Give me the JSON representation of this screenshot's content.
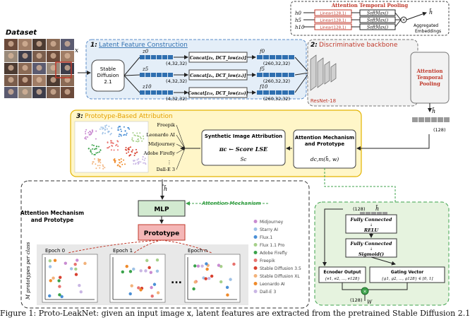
{
  "colors": {
    "blue_box": "#e4eef8",
    "blue_stroke": "#5b8cc9",
    "yellow_box": "#fff6c8",
    "yellow_stroke": "#e3b300",
    "green_box": "#e6f3df",
    "green_stroke": "#3fa34d",
    "red": "#c0392b",
    "pink": "#f4b6b6",
    "token_blue": "#2f6fb0",
    "token_gray": "#9a9a9a"
  },
  "dataset_label": "Dataset",
  "x_label": "x",
  "section1": {
    "number": "1:",
    "title": "Latent Feature Construction"
  },
  "section2": {
    "number": "2:",
    "title": "Discriminative backbone"
  },
  "section3": {
    "number": "3:",
    "title": "Prototype-Based Attribution"
  },
  "stable_diffusion": {
    "line1": "Stable",
    "line2": "Diffusion",
    "line3": "2.1"
  },
  "latents": [
    {
      "z": "z0",
      "shape": "(4,32,32)",
      "concat": "Concat[z₀, DCT_low(z₀)]",
      "f": "f0",
      "fshape": "(260,32,32)",
      "h": "h0",
      "hshape": "(128)"
    },
    {
      "z": "z5",
      "shape": "(4,32,32)",
      "concat": "Concat[zₛ, DCT_low(zₛ)]",
      "f": "f5",
      "fshape": "(260,32,32)",
      "h": "h5",
      "hshape": "(128)"
    },
    {
      "z": "z10",
      "shape": "(4,32,32)",
      "concat": "Concat[z₁₀, DCT_low(z₁₀)]",
      "f": "f10",
      "fshape": "(260,32,32)",
      "h": "h10",
      "hshape": "(128)"
    }
  ],
  "resnet_label": "ResNet-18",
  "attention_temporal_pooling": {
    "line1": "Attention",
    "line2": "Temporal",
    "line3": "Pooling"
  },
  "atp_detail": {
    "title": "Attention Temporal Pooling",
    "rows": [
      {
        "h": "h0",
        "linear": "Linear(128,1)",
        "softmax": "SoftMax()"
      },
      {
        "h": "h5",
        "linear": "Linear(128,1)",
        "softmax": "SoftMax()"
      },
      {
        "h": "h10",
        "linear": "Linear(128,1)",
        "softmax": "SoftMax()"
      }
    ],
    "hbar": "h̄",
    "aggregated": {
      "line1": "Aggregated",
      "line2": "Embeddings"
    }
  },
  "hbar_out": {
    "label": "h̄",
    "shape": "(128)"
  },
  "generators": [
    "Freepik",
    "Leonardo AI",
    "Midjourney",
    "Adobe Firefly",
    "Dall-E 3"
  ],
  "synthetic_attr": {
    "title": "Synthetic Image Attribution",
    "formula": "πc ← Score LSE",
    "sc": "Sc"
  },
  "attn_proto_box": {
    "line1": "Attention Mechanism",
    "line2": "and Prototype",
    "formula": "dc,m(h̄, w)"
  },
  "bottom_left": {
    "title_line1": "Attention Mechanism",
    "title_line2": "and Prototype",
    "hbar": "h̄",
    "mlp": "MLP",
    "attention_mechanism": "Attention Mechanism",
    "prototype": "Prototype",
    "m_label": "M prototypes per class",
    "epochs": [
      "Epoch 0",
      "Epoch 1",
      "Epoch n"
    ],
    "ellipsis": "...",
    "legend": [
      {
        "name": "Midjourney",
        "color": "#c98bd1"
      },
      {
        "name": "Starry AI",
        "color": "#9ec1e6"
      },
      {
        "name": "Flux.1",
        "color": "#4a8fd6"
      },
      {
        "name": "Flux 1.1 Pro",
        "color": "#a6d08a"
      },
      {
        "name": "Adobe Firefly",
        "color": "#3aa24a"
      },
      {
        "name": "Freepik",
        "color": "#e8716d"
      },
      {
        "name": "Stable Diffusion 3.5",
        "color": "#d8402f"
      },
      {
        "name": "Stable Diffusion XL",
        "color": "#f2b27a"
      },
      {
        "name": "Leonardo AI",
        "color": "#ef8a2a"
      },
      {
        "name": "Dall-E 3",
        "color": "#c9b6e4"
      }
    ]
  },
  "gating": {
    "in_shape": "(128)",
    "hbar": "h̄",
    "fc1": "Fully Connected",
    "relu": "RELU",
    "fc2": "Fully Connected",
    "sigmoid": "Sigmoid()",
    "enc_title": "Ecnoder Output",
    "enc_vec": "{e1, e2, ..., e128}",
    "gate_title": "Gating Vector",
    "gate_vec": "{g1, g2, ..., g128} ∈ [0, 1]",
    "out_shape": "(128)",
    "w": "W"
  },
  "caption": "Figure 1: Proto-LeakNet: given an input image x, latent features are extracted from the pretrained Stable Diffusion 2.1"
}
